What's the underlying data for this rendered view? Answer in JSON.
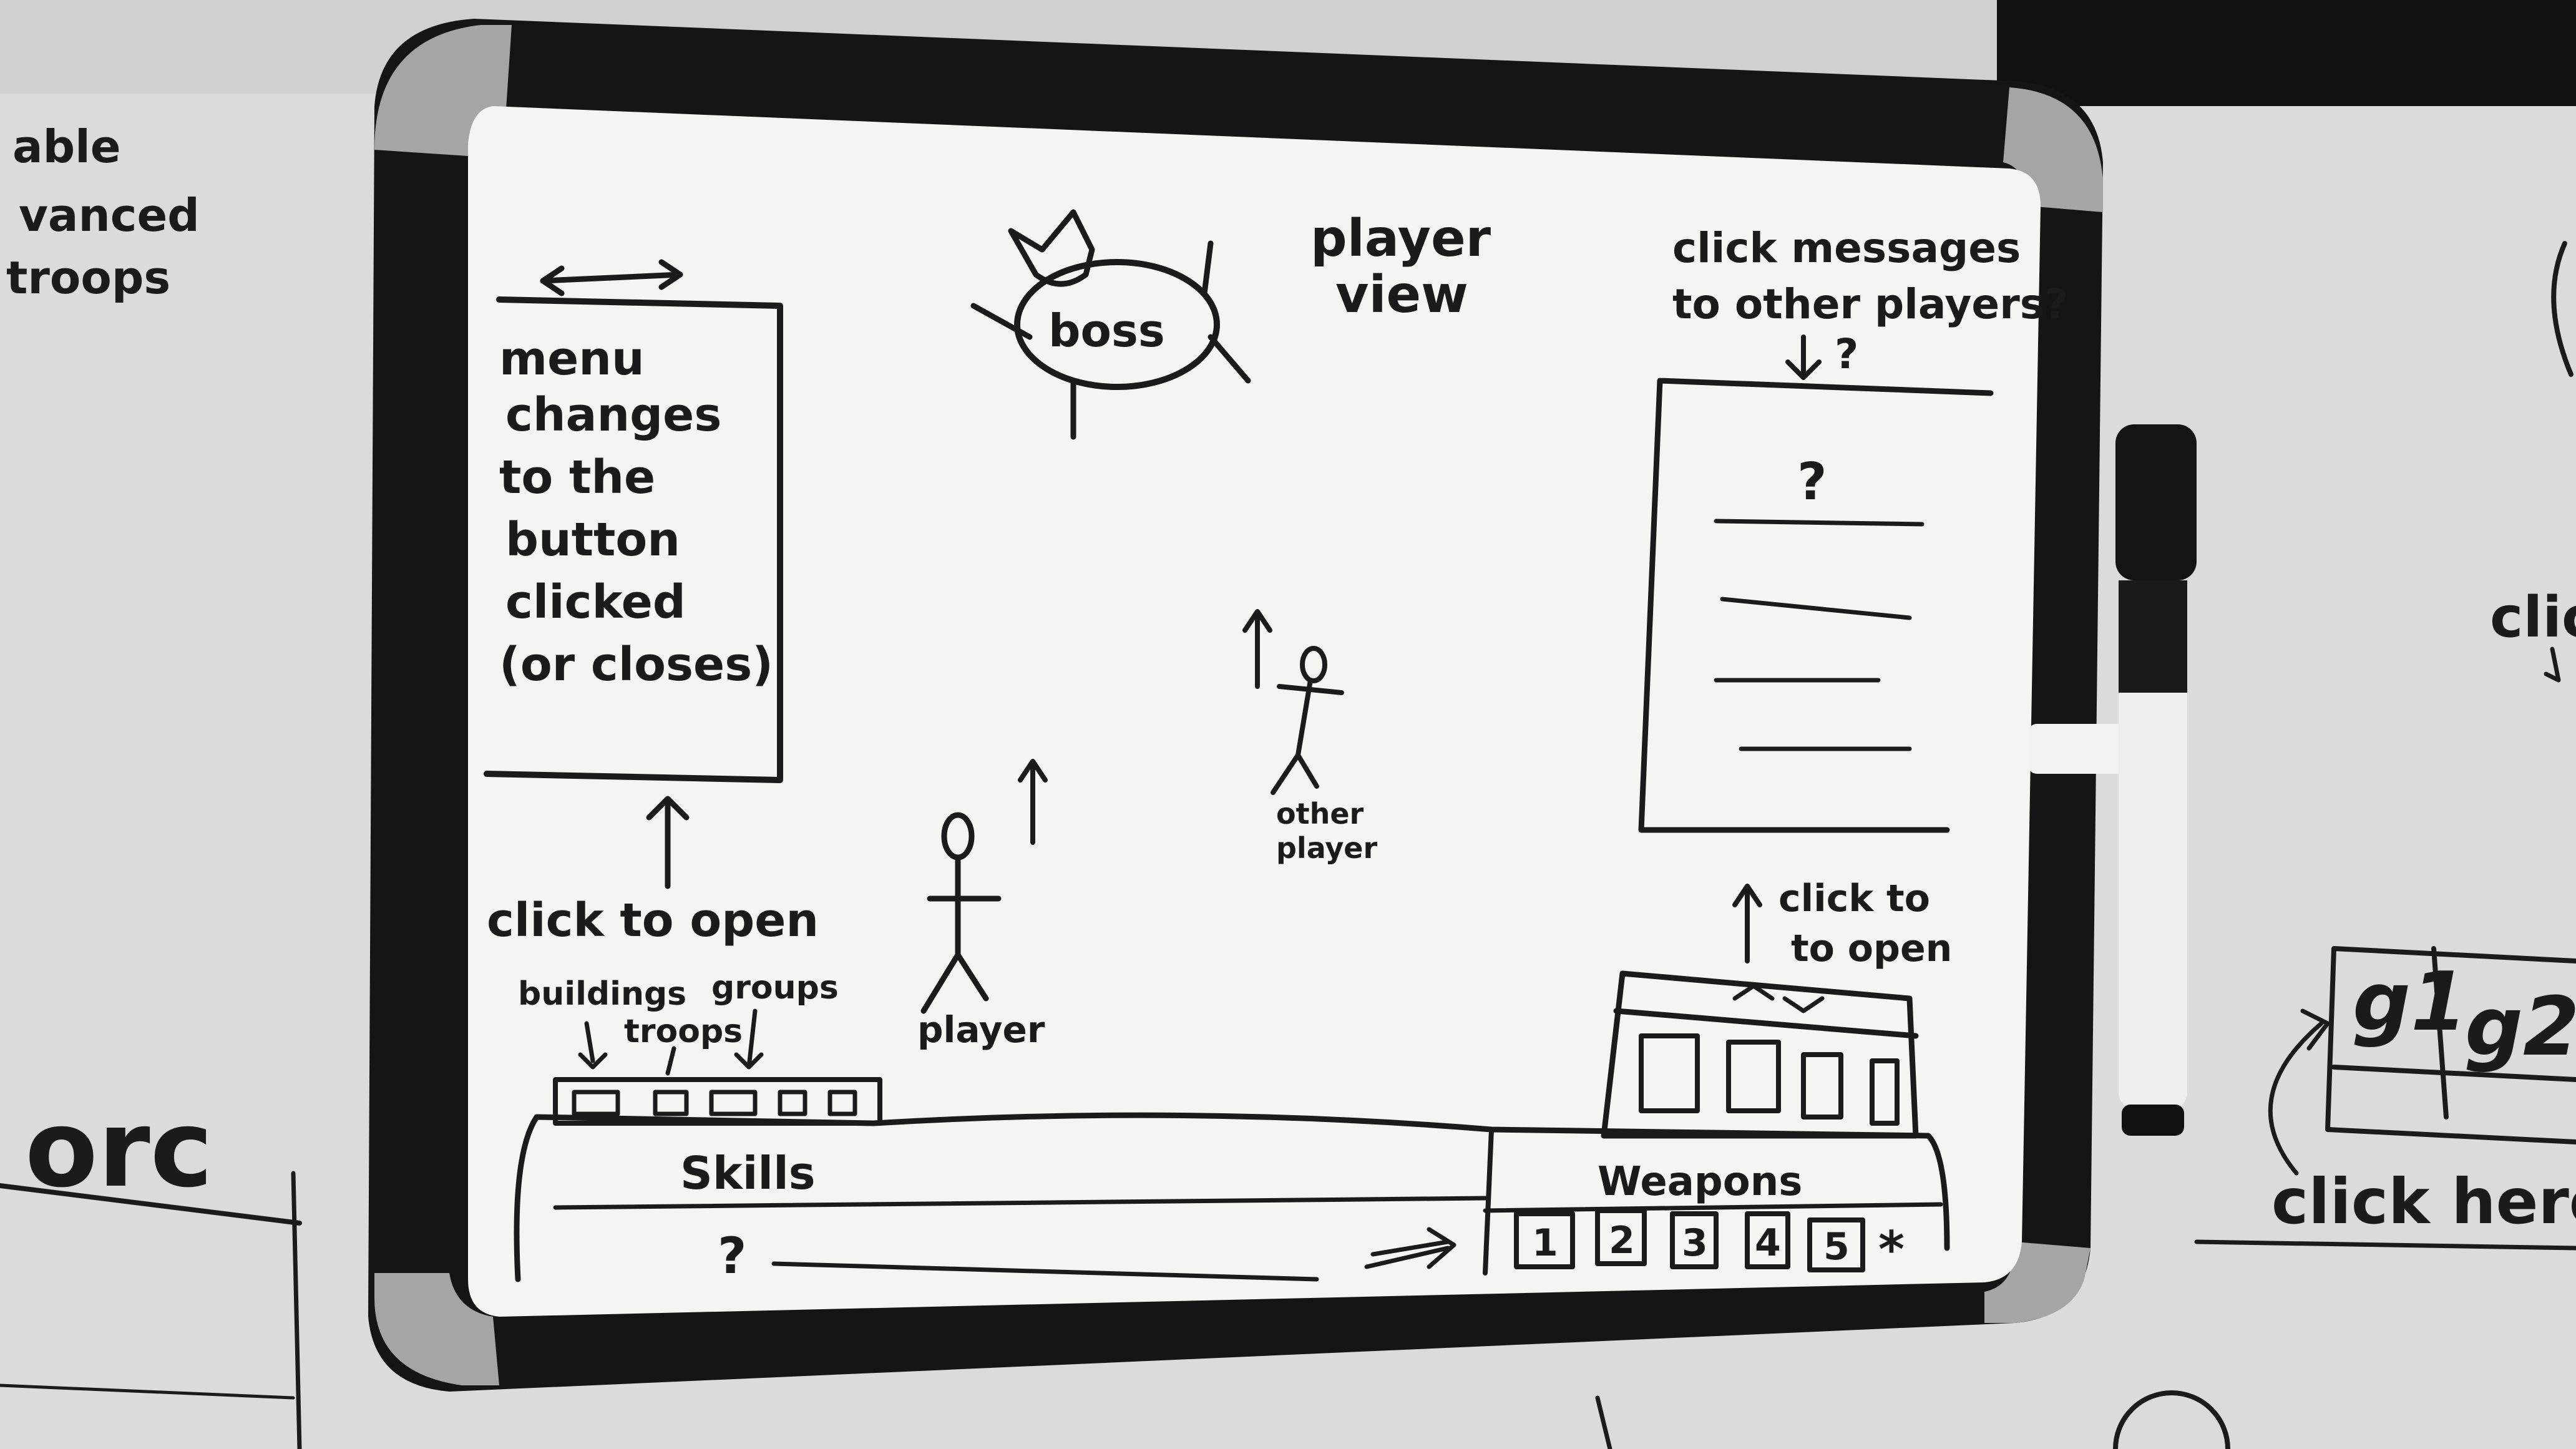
{
  "board": {
    "title_line1": "player",
    "title_line2": "view",
    "boss_label": "boss",
    "player_label": "player",
    "other_player_line1": "other",
    "other_player_line2": "player",
    "menu_note": [
      "menu",
      "changes",
      "to the",
      "button",
      "clicked",
      "(or closes)"
    ],
    "click_to_open_left": "click to open",
    "icon_notes": {
      "buildings": "buildings",
      "troops": "troops",
      "groups": "groups"
    },
    "skills_label": "Skills",
    "skills_question": "?",
    "weapons_label": "Weapons",
    "weapon_slots": [
      "1",
      "2",
      "3",
      "4",
      "5",
      "*"
    ],
    "click_to_open_right_line1": "click to",
    "click_to_open_right_line2": "to open",
    "messages_note_line1": "click messages",
    "messages_note_line2": "to other players?",
    "messages_arrow_question": "?",
    "messages_panel_question": "?"
  },
  "wall": {
    "left_notes": [
      "able",
      "vanced",
      "troops"
    ],
    "orc_label": "orc",
    "right_note_partial": "clic",
    "grid_cells": [
      "g1",
      "g2"
    ],
    "click_here": "click here"
  },
  "colors": {
    "ink": "#1b1b1b",
    "wall": "#dfe2df",
    "board_surface": "#f4f5f1",
    "frame": "#161616",
    "chrome": "#9a9a98"
  }
}
